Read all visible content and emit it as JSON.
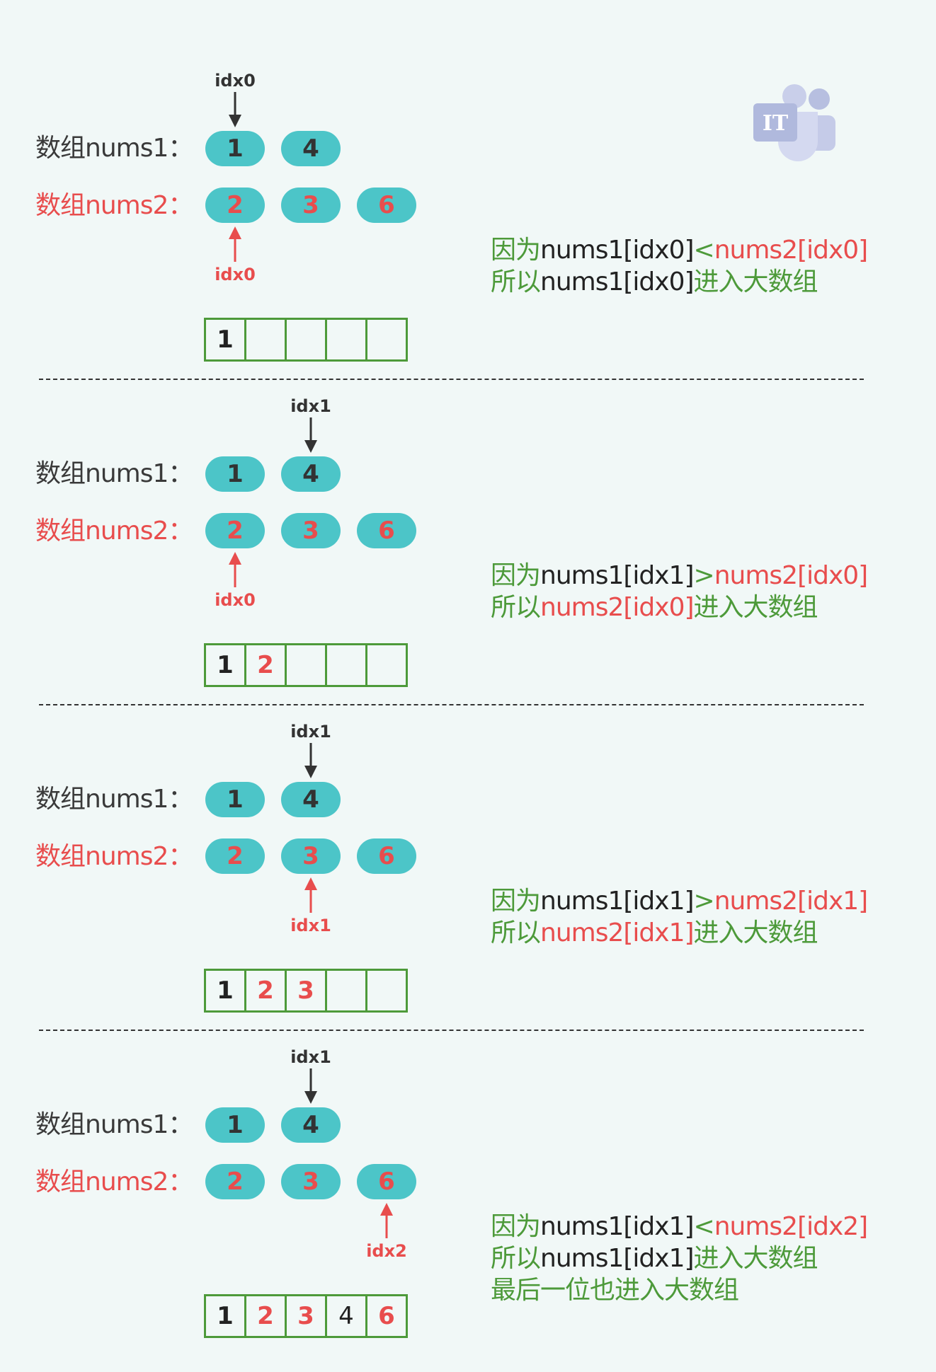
{
  "labels": {
    "nums1": "数组nums1：",
    "nums2": "数组nums2："
  },
  "logo": {
    "text": "IT"
  },
  "steps": [
    {
      "nums1": [
        "1",
        "4"
      ],
      "nums2": [
        "2",
        "3",
        "6"
      ],
      "ptr1": {
        "label": "idx0",
        "index": 0
      },
      "ptr2": {
        "label": "idx0",
        "index": 0
      },
      "cells": [
        {
          "v": "1",
          "c": "b"
        },
        {
          "v": "",
          "c": ""
        },
        {
          "v": "",
          "c": ""
        },
        {
          "v": "",
          "c": ""
        },
        {
          "v": "",
          "c": ""
        }
      ],
      "lines": [
        [
          {
            "t": "因为",
            "c": "g"
          },
          {
            "t": "nums1[idx0]",
            "c": "k"
          },
          {
            "t": "<",
            "c": "g"
          },
          {
            "t": "nums2[idx0]",
            "c": "r"
          }
        ],
        [
          {
            "t": "所以",
            "c": "g"
          },
          {
            "t": "nums1[idx0]",
            "c": "k"
          },
          {
            "t": "进入大数组",
            "c": "g"
          }
        ]
      ]
    },
    {
      "nums1": [
        "1",
        "4"
      ],
      "nums2": [
        "2",
        "3",
        "6"
      ],
      "ptr1": {
        "label": "idx1",
        "index": 1
      },
      "ptr2": {
        "label": "idx0",
        "index": 0
      },
      "cells": [
        {
          "v": "1",
          "c": "b"
        },
        {
          "v": "2",
          "c": "red"
        },
        {
          "v": "",
          "c": ""
        },
        {
          "v": "",
          "c": ""
        },
        {
          "v": "",
          "c": ""
        }
      ],
      "lines": [
        [
          {
            "t": "因为",
            "c": "g"
          },
          {
            "t": "nums1[idx1]",
            "c": "k"
          },
          {
            "t": ">",
            "c": "g"
          },
          {
            "t": "nums2[idx0]",
            "c": "r"
          }
        ],
        [
          {
            "t": "所以",
            "c": "g"
          },
          {
            "t": "nums2[idx0]",
            "c": "r"
          },
          {
            "t": "进入大数组",
            "c": "g"
          }
        ]
      ]
    },
    {
      "nums1": [
        "1",
        "4"
      ],
      "nums2": [
        "2",
        "3",
        "6"
      ],
      "ptr1": {
        "label": "idx1",
        "index": 1
      },
      "ptr2": {
        "label": "idx1",
        "index": 1
      },
      "cells": [
        {
          "v": "1",
          "c": "b"
        },
        {
          "v": "2",
          "c": "red"
        },
        {
          "v": "3",
          "c": "red"
        },
        {
          "v": "",
          "c": ""
        },
        {
          "v": "",
          "c": ""
        }
      ],
      "lines": [
        [
          {
            "t": "因为",
            "c": "g"
          },
          {
            "t": "nums1[idx1]",
            "c": "k"
          },
          {
            "t": ">",
            "c": "g"
          },
          {
            "t": "nums2[idx1]",
            "c": "r"
          }
        ],
        [
          {
            "t": "所以",
            "c": "g"
          },
          {
            "t": "nums2[idx1]",
            "c": "r"
          },
          {
            "t": "进入大数组",
            "c": "g"
          }
        ]
      ]
    },
    {
      "nums1": [
        "1",
        "4"
      ],
      "nums2": [
        "2",
        "3",
        "6"
      ],
      "ptr1": {
        "label": "idx1",
        "index": 1
      },
      "ptr2": {
        "label": "idx2",
        "index": 2
      },
      "cells": [
        {
          "v": "1",
          "c": "b"
        },
        {
          "v": "2",
          "c": "red"
        },
        {
          "v": "3",
          "c": "red"
        },
        {
          "v": "4",
          "c": "plain"
        },
        {
          "v": "6",
          "c": "red"
        }
      ],
      "lines": [
        [
          {
            "t": "因为",
            "c": "g"
          },
          {
            "t": "nums1[idx1]",
            "c": "k"
          },
          {
            "t": "<",
            "c": "g"
          },
          {
            "t": "nums2[idx2]",
            "c": "r"
          }
        ],
        [
          {
            "t": "所以",
            "c": "g"
          },
          {
            "t": "nums1[idx1]",
            "c": "k"
          },
          {
            "t": "进入大数组",
            "c": "g"
          }
        ],
        [
          {
            "t": "最后一位也进入大数组",
            "c": "g"
          }
        ]
      ]
    }
  ]
}
